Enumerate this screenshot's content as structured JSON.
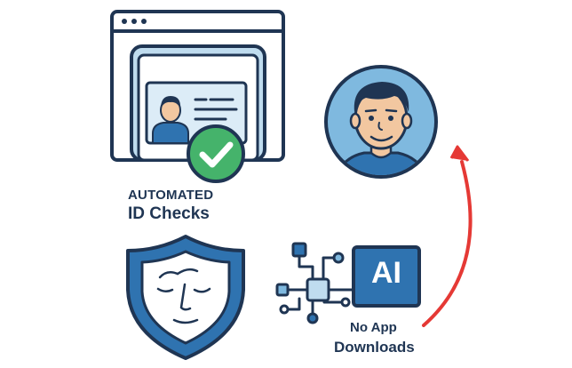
{
  "labels": {
    "automated": "AUTOMATED",
    "id_checks": "ID Checks",
    "no_app": "No App",
    "downloads": "Downloads",
    "ai": "AI"
  },
  "icons": {
    "browser_window": "browser-window-icon",
    "id_card": "id-card-icon",
    "checkmark": "checkmark-badge-icon",
    "user_avatar": "user-avatar-icon",
    "face_shield": "face-shield-icon",
    "circuit": "circuit-icon",
    "ai_chip": "ai-chip-icon",
    "arrow": "curved-arrow-icon"
  },
  "colors": {
    "outline": "#1f3553",
    "primary_blue": "#2f73b0",
    "light_blue": "#bfdcef",
    "sky_blue": "#7fb9df",
    "check_green": "#45b36b",
    "arrow_red": "#e53935",
    "skin": "#f2c7a0"
  }
}
